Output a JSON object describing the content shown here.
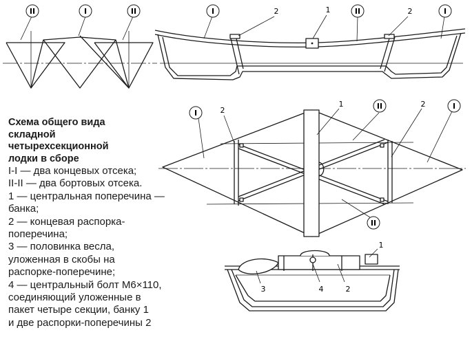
{
  "caption": {
    "title_lines": [
      "Схема общего вида",
      "складной",
      "четырехсекционной",
      "лодки в сборе"
    ],
    "items": [
      "I-I — два концевых отсека;",
      "II-II — два бортовых отсека.",
      "1 — центральная поперечина —",
      "банка;",
      "2 — концевая распорка-",
      "поперечина;",
      "3 — половинка весла,",
      "уложенная в скобы на",
      "распорке-поперечине;",
      "4 — центральный болт М6×110,",
      "соединяющий уложенные в",
      "пакет четыре секции, банку 1",
      "и две распорки-поперечины 2"
    ]
  },
  "labels": {
    "section_I": "I",
    "section_II": "II",
    "part_1": "1",
    "part_2": "2",
    "part_3": "3",
    "part_4": "4"
  }
}
